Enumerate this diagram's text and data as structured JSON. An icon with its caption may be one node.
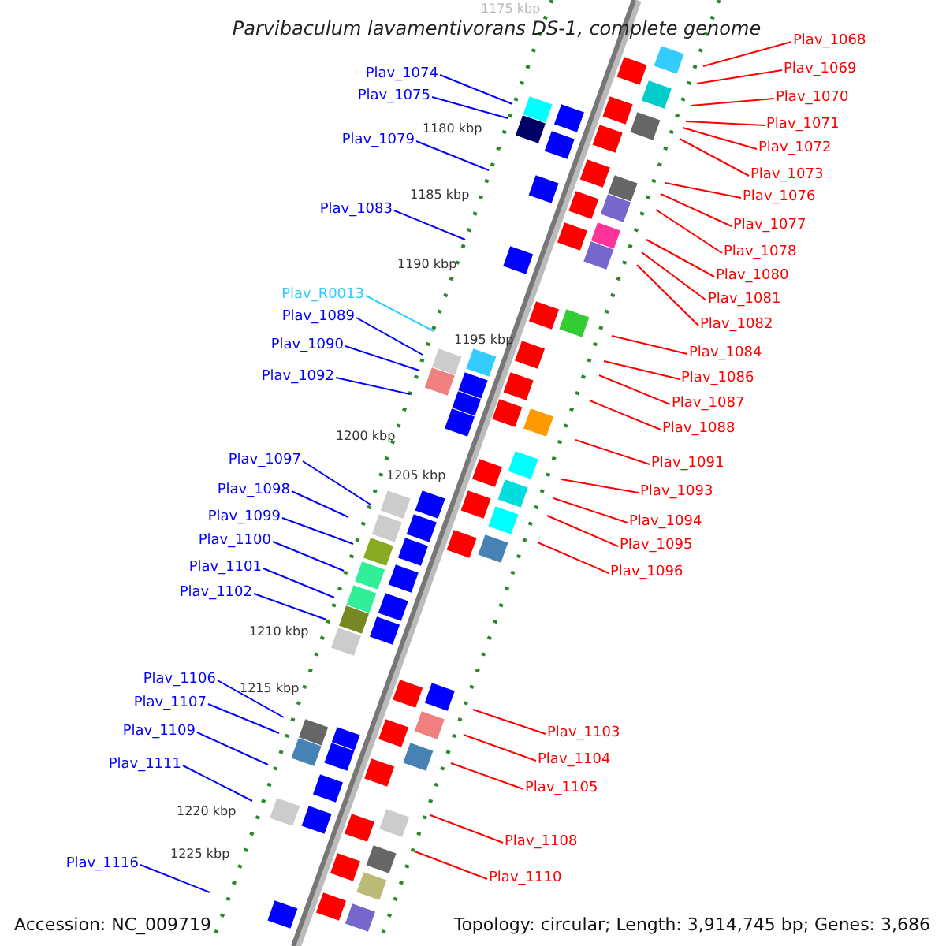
{
  "diagram": {
    "title": "Parvibaculum lavamentivorans DS-1, complete genome",
    "nodes": [
      {
        "text": [
          "Plav_1074"
        ]
      },
      {
        "text": [
          "Plav_1075"
        ]
      },
      {
        "text": [
          "Plav_1079"
        ]
      },
      {
        "text": [
          "Plav_1083"
        ]
      },
      {
        "text": [
          "Plav_R0013"
        ]
      },
      {
        "text": [
          "Plav_1089"
        ]
      },
      {
        "text": [
          "Plav_1090"
        ]
      },
      {
        "text": [
          "Plav_1092"
        ]
      },
      {
        "text": [
          "Plav_1097"
        ]
      },
      {
        "text": [
          "Plav_1098"
        ]
      },
      {
        "text": [
          "Plav_1099"
        ]
      },
      {
        "text": [
          "Plav_1100"
        ]
      },
      {
        "text": [
          "Plav_1101"
        ]
      },
      {
        "text": [
          "Plav_1102"
        ]
      },
      {
        "text": [
          "Plav_1106"
        ]
      },
      {
        "text": [
          "Plav_1107"
        ]
      },
      {
        "text": [
          "Plav_1109"
        ]
      },
      {
        "text": [
          "Plav_1111"
        ]
      },
      {
        "text": [
          "Plav_1116"
        ]
      },
      {
        "text": [
          "Plav_1068"
        ]
      },
      {
        "text": [
          "Plav_1069"
        ]
      },
      {
        "text": [
          "Plav_1070"
        ]
      },
      {
        "text": [
          "Plav_1071"
        ]
      },
      {
        "text": [
          "Plav_1072"
        ]
      },
      {
        "text": [
          "Plav_1073"
        ]
      },
      {
        "text": [
          "Plav_1076"
        ]
      },
      {
        "text": [
          "Plav_1077"
        ]
      },
      {
        "text": [
          "Plav_1078"
        ]
      },
      {
        "text": [
          "Plav_1080"
        ]
      },
      {
        "text": [
          "Plav_1081"
        ]
      },
      {
        "text": [
          "Plav_1082"
        ]
      },
      {
        "text": [
          "Plav_1084"
        ]
      },
      {
        "text": [
          "Plav_1086"
        ]
      },
      {
        "text": [
          "Plav_1087"
        ]
      },
      {
        "text": [
          "Plav_1088"
        ]
      },
      {
        "text": [
          "Plav_1091"
        ]
      },
      {
        "text": [
          "Plav_1093"
        ]
      },
      {
        "text": [
          "Plav_1094"
        ]
      },
      {
        "text": [
          "Plav_1095"
        ]
      },
      {
        "text": [
          "Plav_1096"
        ]
      },
      {
        "text": [
          "Plav_1103"
        ]
      },
      {
        "text": [
          "Plav_1104"
        ]
      },
      {
        "text": [
          "Plav_1105"
        ]
      },
      {
        "text": [
          "Plav_1108"
        ]
      },
      {
        "text": [
          "Plav_1110"
        ]
      }
    ],
    "edges": [
      {
        "from": 0,
        "to": null,
        "arrow": "none",
        "color": "#0000ff"
      },
      {
        "from": 1,
        "to": null,
        "arrow": "none",
        "color": "#0000ff"
      },
      {
        "from": 2,
        "to": null,
        "arrow": "none",
        "color": "#0000ff"
      },
      {
        "from": 3,
        "to": null,
        "arrow": "none",
        "color": "#0000ff"
      },
      {
        "from": 4,
        "to": null,
        "arrow": "none",
        "color": "#33ccff"
      },
      {
        "from": 5,
        "to": null,
        "arrow": "none",
        "color": "#0000ff"
      },
      {
        "from": 6,
        "to": null,
        "arrow": "none",
        "color": "#0000ff"
      },
      {
        "from": 7,
        "to": null,
        "arrow": "none",
        "color": "#0000ff"
      },
      {
        "from": 8,
        "to": null,
        "arrow": "none",
        "color": "#0000ff"
      },
      {
        "from": 9,
        "to": null,
        "arrow": "none",
        "color": "#0000ff"
      },
      {
        "from": 10,
        "to": null,
        "arrow": "none",
        "color": "#0000ff"
      },
      {
        "from": 11,
        "to": null,
        "arrow": "none",
        "color": "#0000ff"
      },
      {
        "from": 12,
        "to": null,
        "arrow": "none",
        "color": "#0000ff"
      },
      {
        "from": 13,
        "to": null,
        "arrow": "none",
        "color": "#0000ff"
      },
      {
        "from": 14,
        "to": null,
        "arrow": "none",
        "color": "#0000ff"
      },
      {
        "from": 15,
        "to": null,
        "arrow": "none",
        "color": "#0000ff"
      },
      {
        "from": 16,
        "to": null,
        "arrow": "none",
        "color": "#0000ff"
      },
      {
        "from": 17,
        "to": null,
        "arrow": "none",
        "color": "#0000ff"
      },
      {
        "from": 18,
        "to": null,
        "arrow": "none",
        "color": "#0000ff"
      },
      {
        "from": 19,
        "to": null,
        "arrow": "none"
      },
      {
        "from": 20,
        "to": null,
        "arrow": "none"
      },
      {
        "from": 21,
        "to": null,
        "arrow": "none"
      },
      {
        "from": 22,
        "to": null,
        "arrow": "none"
      },
      {
        "from": 23,
        "to": null,
        "arrow": "none"
      },
      {
        "from": 24,
        "to": null,
        "arrow": "none"
      },
      {
        "from": 25,
        "to": null,
        "arrow": "none"
      },
      {
        "from": 26,
        "to": null,
        "arrow": "none"
      },
      {
        "from": 27,
        "to": null,
        "arrow": "none"
      },
      {
        "from": 28,
        "to": null,
        "arrow": "none"
      },
      {
        "from": 29,
        "to": null,
        "arrow": "none"
      },
      {
        "from": 30,
        "to": null,
        "arrow": "none"
      },
      {
        "from": 31,
        "to": null,
        "arrow": "none"
      },
      {
        "from": 32,
        "to": null,
        "arrow": "none"
      },
      {
        "from": 33,
        "to": null,
        "arrow": "none"
      },
      {
        "from": 34,
        "to": null,
        "arrow": "none"
      },
      {
        "from": 35,
        "to": null,
        "arrow": "none"
      },
      {
        "from": 36,
        "to": null,
        "arrow": "none"
      },
      {
        "from": 37,
        "to": null,
        "arrow": "none"
      },
      {
        "from": 38,
        "to": null,
        "arrow": "none"
      },
      {
        "from": 39,
        "to": null,
        "arrow": "none"
      },
      {
        "from": 40,
        "to": null,
        "arrow": "none"
      },
      {
        "from": 41,
        "to": null,
        "arrow": "none"
      },
      {
        "from": 42,
        "to": null,
        "arrow": "none"
      },
      {
        "from": 43,
        "to": null,
        "arrow": "none"
      },
      {
        "from": 44,
        "to": null,
        "arrow": "none"
      }
    ],
    "labels": [
      "1175 kbp",
      "1180 kbp",
      "1185 kbp",
      "1190 kbp",
      "1195 kbp",
      "1200 kbp",
      "1205 kbp",
      "1210 kbp",
      "1215 kbp",
      "1220 kbp",
      "1225 kbp",
      "Accession: NC_009719",
      "Topology: circular; Length: 3,914,745 bp; Genes: 3,686"
    ]
  }
}
